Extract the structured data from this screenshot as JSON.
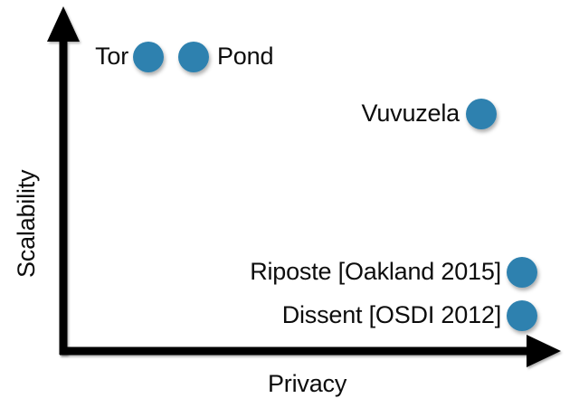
{
  "chart_data": {
    "type": "scatter",
    "title": "",
    "xlabel": "Privacy",
    "ylabel": "Scalability",
    "xlim": [
      0,
      1
    ],
    "ylim": [
      0,
      1
    ],
    "grid": false,
    "legend": "none",
    "axis_style": "arrow",
    "tick_labels": {
      "x": [],
      "y": []
    },
    "marker": {
      "shape": "circle",
      "color": "#2e81af",
      "radius_px": 17,
      "shadow": true
    },
    "points": [
      {
        "label": "Tor",
        "x": 0.17,
        "y": 0.89,
        "label_side": "left"
      },
      {
        "label": "Pond",
        "x": 0.26,
        "y": 0.89,
        "label_side": "right"
      },
      {
        "label": "Vuvuzela",
        "x": 0.84,
        "y": 0.69,
        "label_side": "left"
      },
      {
        "label": "Riposte [Oakland 2015]",
        "x": 0.92,
        "y": 0.23,
        "label_side": "left"
      },
      {
        "label": "Dissent [OSDI 2012]",
        "x": 0.92,
        "y": 0.1,
        "label_side": "left"
      }
    ]
  },
  "axes": {
    "x_title": "Privacy",
    "y_title": "Scalability",
    "line_color": "#000000"
  },
  "nodes": {
    "tor": {
      "label": "Tor"
    },
    "pond": {
      "label": "Pond"
    },
    "vuvuzela": {
      "label": "Vuvuzela"
    },
    "riposte": {
      "label": "Riposte [Oakland 2015]"
    },
    "dissent": {
      "label": "Dissent [OSDI 2012]"
    }
  },
  "colors": {
    "marker_blue": "#2e81af",
    "text": "#0d0d0d",
    "background": "#ffffff"
  }
}
